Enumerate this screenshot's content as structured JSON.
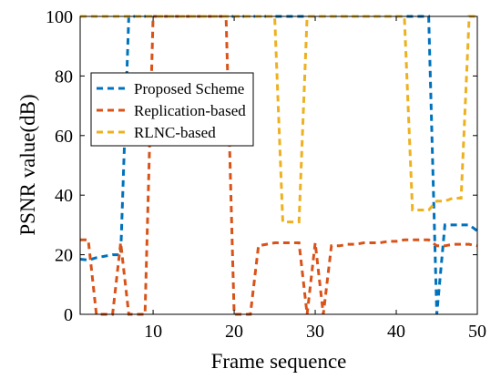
{
  "chart_data": {
    "type": "line",
    "xlabel": "Frame sequence",
    "ylabel": "PSNR value(dB)",
    "xlim": [
      1,
      50
    ],
    "ylim": [
      0,
      100
    ],
    "xticks": [
      10,
      20,
      30,
      40,
      50
    ],
    "yticks": [
      0,
      20,
      40,
      60,
      80,
      100
    ],
    "grid": false,
    "legend_placement": "center-left",
    "series": [
      {
        "name": "Proposed Scheme",
        "color": "#0072BD",
        "style": "dashed",
        "points": [
          [
            1,
            18.5
          ],
          [
            2,
            18.2
          ],
          [
            3,
            19
          ],
          [
            4,
            19.5
          ],
          [
            5,
            20
          ],
          [
            6,
            20
          ],
          [
            7,
            100
          ],
          [
            8,
            100
          ],
          [
            10,
            100
          ],
          [
            20,
            100
          ],
          [
            30,
            100
          ],
          [
            40,
            100
          ],
          [
            43,
            100
          ],
          [
            44,
            100
          ],
          [
            45,
            0
          ],
          [
            46,
            30
          ],
          [
            47,
            30
          ],
          [
            48,
            30
          ],
          [
            49,
            30
          ],
          [
            50,
            28
          ]
        ]
      },
      {
        "name": "Replication-based",
        "color": "#D95319",
        "style": "dashed",
        "points": [
          [
            1,
            25
          ],
          [
            2,
            25
          ],
          [
            3,
            0
          ],
          [
            4,
            0
          ],
          [
            5,
            0
          ],
          [
            6,
            24
          ],
          [
            7,
            0
          ],
          [
            8,
            0
          ],
          [
            9,
            0
          ],
          [
            10,
            100
          ],
          [
            11,
            100
          ],
          [
            12,
            100
          ],
          [
            13,
            100
          ],
          [
            14,
            100
          ],
          [
            15,
            100
          ],
          [
            16,
            100
          ],
          [
            17,
            100
          ],
          [
            18,
            100
          ],
          [
            19,
            100
          ],
          [
            20,
            0
          ],
          [
            21,
            0
          ],
          [
            22,
            0
          ],
          [
            23,
            23
          ],
          [
            24,
            23.5
          ],
          [
            25,
            24
          ],
          [
            26,
            24
          ],
          [
            27,
            24
          ],
          [
            28,
            24
          ],
          [
            29,
            0
          ],
          [
            30,
            24
          ],
          [
            31,
            0
          ],
          [
            32,
            23
          ],
          [
            33,
            23
          ],
          [
            34,
            23.5
          ],
          [
            35,
            23.5
          ],
          [
            36,
            24
          ],
          [
            37,
            24
          ],
          [
            38,
            24
          ],
          [
            39,
            24.5
          ],
          [
            40,
            24.5
          ],
          [
            41,
            25
          ],
          [
            42,
            25
          ],
          [
            43,
            25
          ],
          [
            44,
            25
          ],
          [
            45,
            23
          ],
          [
            46,
            23
          ],
          [
            47,
            23.5
          ],
          [
            48,
            23.5
          ],
          [
            49,
            23.5
          ],
          [
            50,
            23
          ]
        ]
      },
      {
        "name": "RLNC-based",
        "color": "#EDB120",
        "style": "dashed",
        "points": [
          [
            1,
            100
          ],
          [
            10,
            100
          ],
          [
            20,
            100
          ],
          [
            25,
            100
          ],
          [
            26,
            31
          ],
          [
            27,
            31
          ],
          [
            28,
            31
          ],
          [
            29,
            100
          ],
          [
            30,
            100
          ],
          [
            35,
            100
          ],
          [
            40,
            100
          ],
          [
            41,
            100
          ],
          [
            42,
            35
          ],
          [
            43,
            35
          ],
          [
            44,
            35
          ],
          [
            45,
            38
          ],
          [
            46,
            38
          ],
          [
            47,
            39
          ],
          [
            48,
            39
          ],
          [
            49,
            100
          ],
          [
            50,
            100
          ]
        ]
      }
    ]
  }
}
